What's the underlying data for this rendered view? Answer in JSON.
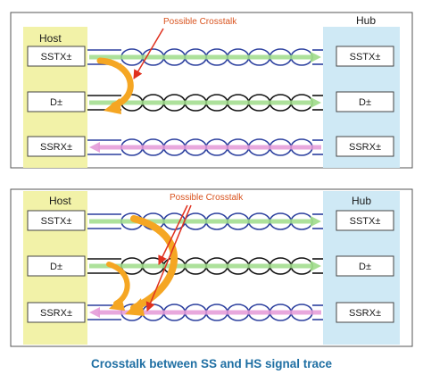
{
  "panels": [
    {
      "host_label": "Host",
      "hub_label": "Hub",
      "crosstalk_label": "Possible Crosstalk",
      "signals": [
        {
          "host": "SSTX±",
          "hub": "SSTX±",
          "arrow_color": "#9fdc8a",
          "direction": "to-hub"
        },
        {
          "host": "D±",
          "hub": "D±",
          "arrow_color": "#9fdc8a",
          "direction": "to-hub"
        },
        {
          "host": "SSRX±",
          "hub": "SSRX±",
          "arrow_color": "#e49ad8",
          "direction": "to-host"
        }
      ]
    },
    {
      "host_label": "Host",
      "hub_label": "Hub",
      "crosstalk_label": "Possible Crosstalk",
      "signals": [
        {
          "host": "SSTX±",
          "hub": "SSTX±",
          "arrow_color": "#9fdc8a",
          "direction": "to-hub"
        },
        {
          "host": "D±",
          "hub": "D±",
          "arrow_color": "#9fdc8a",
          "direction": "to-hub"
        },
        {
          "host": "SSRX±",
          "hub": "SSRX±",
          "arrow_color": "#e49ad8",
          "direction": "to-host"
        }
      ]
    }
  ],
  "caption": "Crosstalk between SS and HS signal trace",
  "colors": {
    "host_fill": "#f2f2a8",
    "hub_fill": "#cfe9f5",
    "trace_blue": "#2b3f9e",
    "trace_black": "#111111",
    "crosstalk_arrow": "#f5a623",
    "crosstalk_pointer": "#e0301e"
  }
}
